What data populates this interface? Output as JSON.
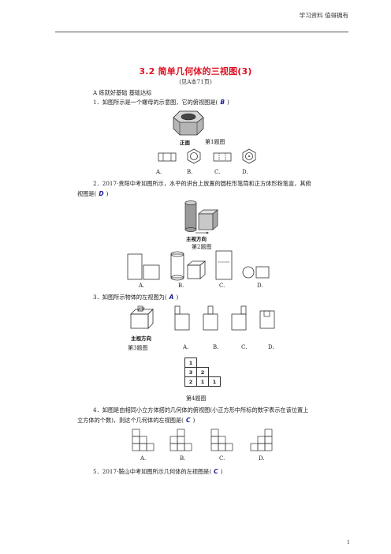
{
  "header": {
    "text": "学习资料 值得拥有"
  },
  "title": "3.2 简单几何体的三视图(3)",
  "subnote": "(见A本71页)",
  "section": "A  练就好基础  基础达标",
  "q1": {
    "text_before": "1．如图所示是一个螺母的示意图，它的俯视图是(",
    "answer": "B",
    "text_after": ")",
    "front_label": "正面",
    "caption": "第1题图",
    "options": [
      "A.",
      "B.",
      "C.",
      "D."
    ]
  },
  "q2": {
    "line1": "2．2017·贵阳中考如图所示，水平的讲台上放置的圆柱形笔筒和正方体形粉笔盒，其俯",
    "line2_before": "视图是(",
    "answer": "D",
    "line2_after": ")",
    "direction_label": "主视方向",
    "caption": "第2题图",
    "options": [
      "A.",
      "B.",
      "C.",
      "D."
    ]
  },
  "q3": {
    "text_before": "3．如图所示物体的左视图为(",
    "answer": "A",
    "text_after": ")",
    "direction_label": "主视方向",
    "caption": "第3题图",
    "options": [
      "A.",
      "B.",
      "C.",
      "D."
    ]
  },
  "q4": {
    "grid": [
      [
        "1",
        "",
        ""
      ],
      [
        "3",
        "2",
        ""
      ],
      [
        "2",
        "1",
        "1"
      ]
    ],
    "caption": "第4题图",
    "line1": "4．如图是由相同小立方体搭的几何体的俯视图(小正方形中所标的数字表示在该位置上",
    "line2_before": "立方体的个数)，则这个几何体的左视图是(",
    "answer": "C",
    "line2_after": ")",
    "options": [
      "A.",
      "B.",
      "C.",
      "D."
    ]
  },
  "q5": {
    "text_before": "5．2017·鞍山中考如图所示几何体的左视图是(",
    "answer": "C",
    "text_after": ")"
  },
  "page_number": "1"
}
